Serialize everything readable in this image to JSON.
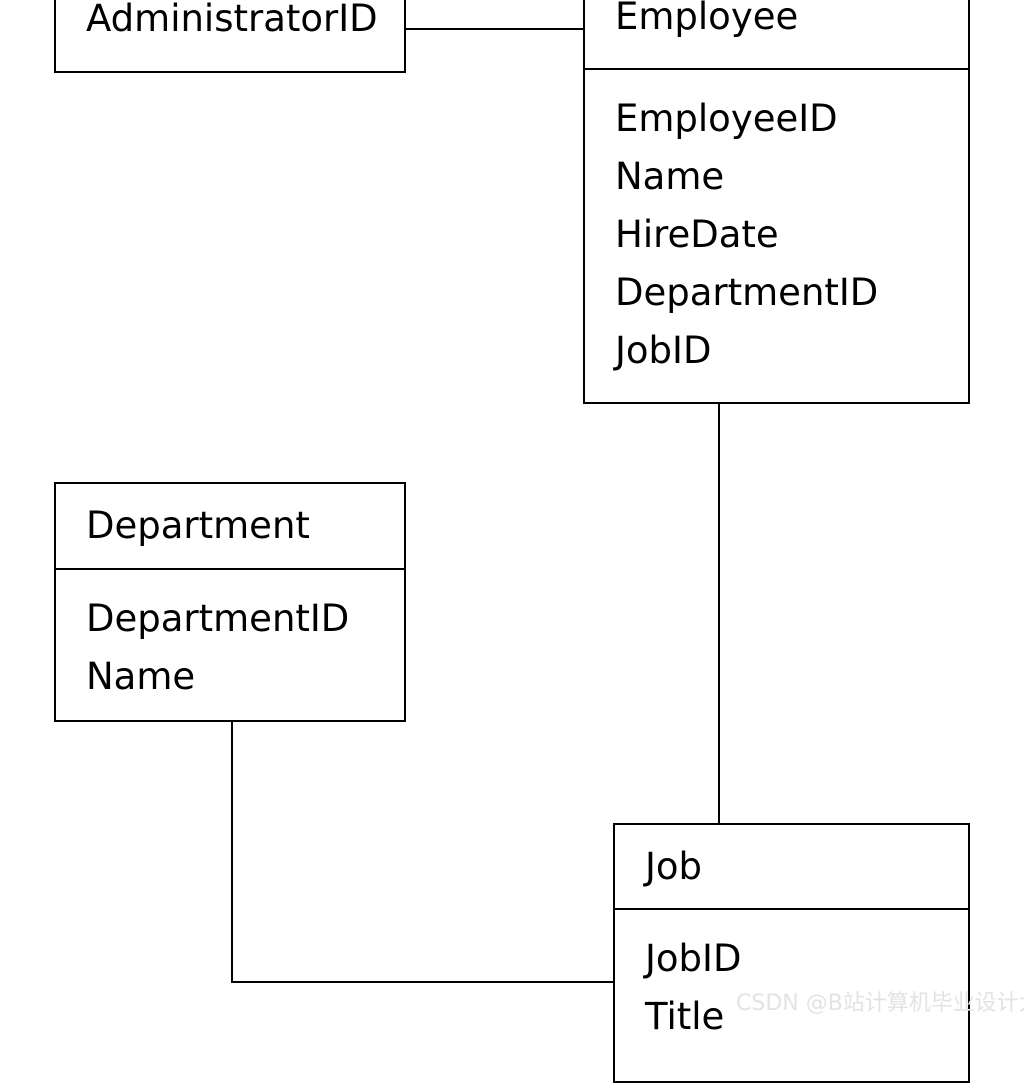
{
  "diagram": {
    "type": "er-class-diagram",
    "background_color": "#ffffff",
    "line_color": "#000000",
    "entities": [
      {
        "id": "administrator",
        "title": "AdministratorID",
        "attributes": [],
        "clipped": "top"
      },
      {
        "id": "employee",
        "title": "Employee",
        "attributes": [
          "EmployeeID",
          "Name",
          "HireDate",
          "DepartmentID",
          "JobID"
        ],
        "clipped": "top"
      },
      {
        "id": "department",
        "title": "Department",
        "attributes": [
          "DepartmentID",
          "Name"
        ],
        "clipped": "none"
      },
      {
        "id": "job",
        "title": "Job",
        "attributes": [
          "JobID",
          "Title"
        ],
        "clipped": "bottom"
      }
    ],
    "relationships": [
      {
        "id": "admin-employee",
        "from": "administrator",
        "to": "employee"
      },
      {
        "id": "employee-job",
        "from": "employee",
        "to": "job"
      },
      {
        "id": "department-job",
        "from": "department",
        "to": "job"
      }
    ]
  },
  "watermark": {
    "text": "CSDN @B站计算机毕业设计大学",
    "color": "#e3e3e3"
  }
}
